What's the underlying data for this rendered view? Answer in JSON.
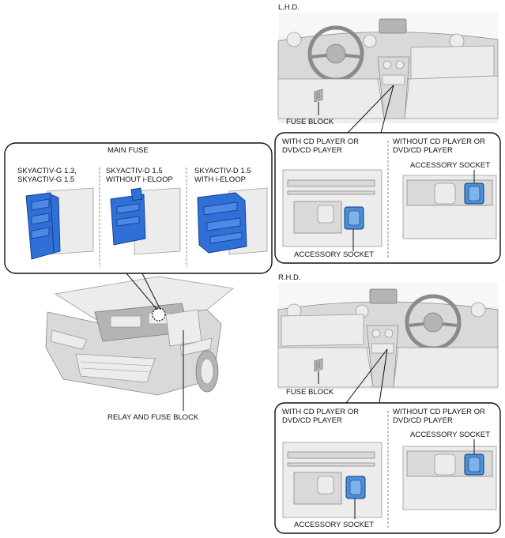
{
  "labels": {
    "lhd": "L.H.D.",
    "rhd": "R.H.D.",
    "fuse_block": "FUSE BLOCK",
    "main_fuse": "MAIN FUSE",
    "relay_fuse_block": "RELAY AND FUSE BLOCK",
    "accessory_socket": "ACCESSORY SOCKET",
    "with_cd_line1": "WITH CD PLAYER OR",
    "with_cd_line2": "DVD/CD PLAYER",
    "without_cd_line1": "WITHOUT CD PLAYER OR",
    "without_cd_line2": "DVD/CD PLAYER"
  },
  "main_fuse_variants": [
    {
      "line1": "SKYACTIV-G 1.3,",
      "line2": "SKYACTIV-G 1.5"
    },
    {
      "line1": "SKYACTIV-D 1.5",
      "line2": "WITHOUT i-ELOOP"
    },
    {
      "line1": "SKYACTIV-D 1.5",
      "line2": "WITH i-ELOOP"
    }
  ],
  "colors": {
    "highlight_blue": "#2f6fd6",
    "socket_blue": "#4a8fd8",
    "line_art_gray": "#d9d9d9"
  }
}
